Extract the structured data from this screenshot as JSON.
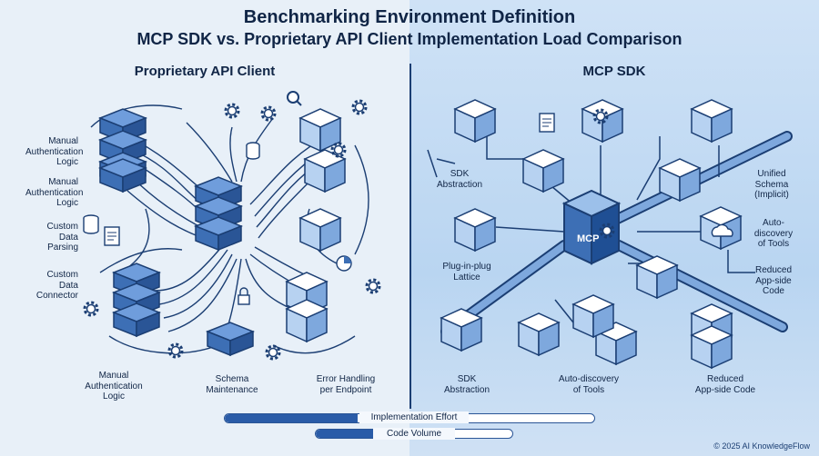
{
  "title": "Benchmarking Environment Definition",
  "subtitle": "MCP SDK vs. Proprietary API Client Implementation Load Comparison",
  "left_panel": {
    "heading": "Proprietary API Client",
    "side_labels": [
      "Manual\nAuthentication\nLogic",
      "Manual\nAuthentication\nLogic",
      "Custom\nData\nParsing",
      "Custom\nData\nConnector"
    ],
    "bottom_labels": [
      "Manual\nAuthentication\nLogic",
      "Schema\nMaintenance",
      "Error Handling\nper Endpoint"
    ]
  },
  "right_panel": {
    "heading": "MCP SDK",
    "hub_label": "MCP",
    "labels": {
      "sdk_abstraction_top": "SDK\nAbstraction",
      "unified_schema": "Unified\nSchema\n(Implicit)",
      "auto_discovery_right": "Auto-\ndiscovery\nof Tools",
      "plug_in_plug": "Plug-in-plug\nLattice",
      "reduced_right": "Reduced\nApp-side\nCode",
      "sdk_abstraction_bottom": "SDK\nAbstraction",
      "auto_discovery_bottom": "Auto-discovery\nof Tools",
      "reduced_bottom": "Reduced\nApp-side Code"
    }
  },
  "comparison": {
    "implementation_effort": {
      "label": "Implementation Effort",
      "mcp_fraction": 0.36,
      "proprietary_fraction": 0.64
    },
    "code_volume": {
      "label": "Code Volume",
      "mcp_fraction": 0.4,
      "proprietary_fraction": 0.6
    }
  },
  "colors": {
    "dark_blue": "#1b3e73",
    "mid_blue": "#4d80c4",
    "light_blue": "#a9c9ee",
    "accent": "#2a5ca8"
  },
  "footer": {
    "copyright": "© 2025 AI KnowledgeFlow"
  }
}
